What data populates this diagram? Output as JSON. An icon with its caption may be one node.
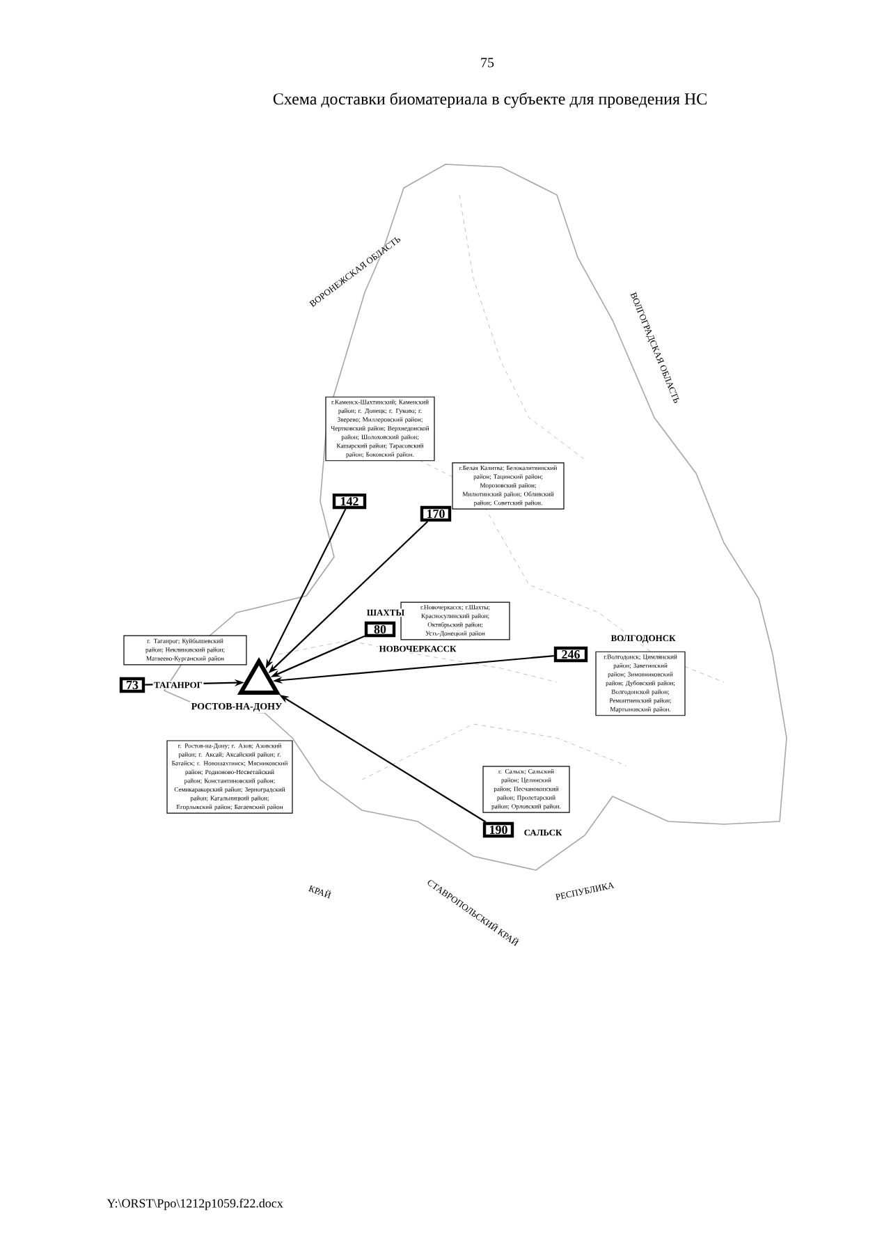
{
  "diagram": {
    "title": "Схема доставки биоматериала в субъекте для проведения НС",
    "nodes": [
      {
        "text": [
          "г.Каменск-Шахтинский; Каменский район; г. Донецк; г. Гуково; г. Зверево; Миллеровский район; Чертковский район; Верхнедонской район; Шолоховский район; Кашарский район; Тарасовский район; Боковский район."
        ]
      },
      {
        "text": [
          "142"
        ]
      },
      {
        "text": [
          "г.Белая Калитва; Белокалитвинский район; Тацинский район; Морозовский район; Милютинский район; Обливский район; Советский район."
        ]
      },
      {
        "text": [
          "170"
        ]
      },
      {
        "text": [
          "г.Новочеркасск; г.Шахты; Красносулинский район; Октябрьский район; Усть-Донецкий район"
        ]
      },
      {
        "text": [
          "80"
        ]
      },
      {
        "text": [
          "г. Таганрог; Куйбышевский район; Неклиновский район; Матвеево-Курганский район"
        ]
      },
      {
        "text": [
          "73"
        ]
      },
      {
        "text": [
          "246"
        ]
      },
      {
        "text": [
          "г.Волгодонск; Цимлянский район; Заветинский район; Зимовниковский район; Дубовский район; Волгодонской район; Ремонтненский район; Мартыновский район."
        ]
      },
      {
        "text": [],
        "shape": "triangle",
        "beside": [
          "РОСТОВ-НА-ДОНУ"
        ]
      },
      {
        "text": [
          "г. Ростов-на-Дону; г. Азов; Азовский район; г. Аксай; Аксайский район; г. Батайск; г. Новошахтинск; Мясниковский район; Родионово-Несветайский район; Константиновский район; Семикаракорский район; Зерноградский район; Кагальницкий район; Егорлыкский район; Багаевский район"
        ]
      },
      {
        "text": [
          "г. Сальск; Сальский район; Целинский район; Песчанокопский район; Пролетарский район; Орловский район."
        ]
      },
      {
        "text": [
          "190"
        ]
      }
    ],
    "edges": [
      {
        "from": 1,
        "to": 10,
        "arrow": "to"
      },
      {
        "from": 3,
        "to": 10,
        "arrow": "to"
      },
      {
        "from": 5,
        "to": 10,
        "arrow": "to"
      },
      {
        "from": 7,
        "to": 10,
        "arrow": "to"
      },
      {
        "from": 8,
        "to": 10,
        "arrow": "to"
      },
      {
        "from": 13,
        "to": 10,
        "arrow": "to"
      }
    ],
    "labels": [
      "75",
      "ВОРОНЕЖСКАЯ ОБЛАСТЬ",
      "ВОЛГОГРАДСКАЯ ОБЛАСТЬ",
      "ШАХТЫ",
      "НОВОЧЕРКАССК",
      "ВОЛГОДОНСК",
      "ТАГАНРОГ",
      "САЛЬСК",
      "КРАЙ",
      "РЕСПУБЛИКА",
      "СТАВРОПОЛЬСКИЙ КРАЙ",
      "Y:\\ORST\\Ppo\\1212p1059.f22.docx"
    ]
  }
}
